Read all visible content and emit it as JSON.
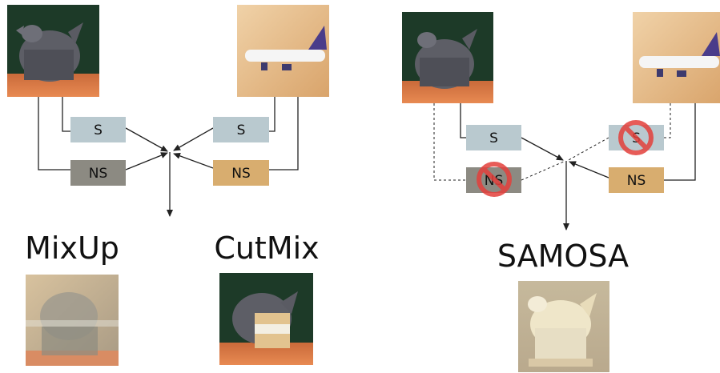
{
  "colors": {
    "s_box": "#b9c9cf",
    "ns_box_gray": "#8c8a82",
    "ns_box_tan": "#d8ad6f",
    "ban_red": "#e3403c",
    "line": "#222222"
  },
  "boxes": {
    "s": "S",
    "ns": "NS"
  },
  "methods": {
    "mixup": "MixUp",
    "cutmix": "CutMix",
    "samosa": "SAMOSA"
  },
  "icons": {
    "ban": "ban-icon"
  }
}
